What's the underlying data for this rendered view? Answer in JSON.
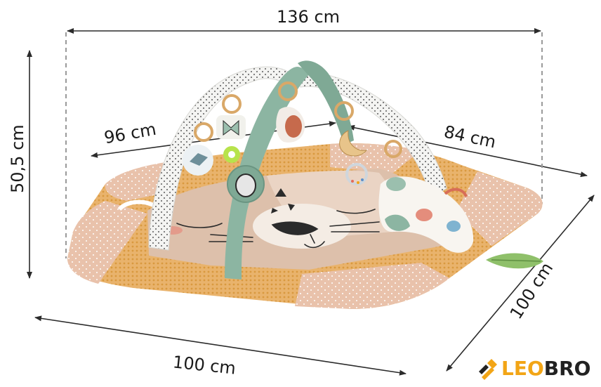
{
  "dimensions": {
    "width_top": "136 cm",
    "height_left": "50,5 cm",
    "arch_width": "96 cm",
    "arch_depth": "84 cm",
    "mat_front": "100 cm",
    "mat_side": "100 cm"
  },
  "brand": {
    "name_part1": "LEO",
    "name_part2": "BRO",
    "accent_color": "#f2a516"
  },
  "product": {
    "subject": "baby-play-mat-with-arch",
    "icons": [
      "bird-toy-icon",
      "butterfly-toy-icon",
      "hedgehog-toy-icon",
      "moon-toy-icon",
      "mirror-toy-icon",
      "rattle-toy-icon",
      "chameleon-pillow-icon",
      "leaf-teether-icon",
      "lion-face-icon"
    ]
  },
  "colors": {
    "mat_orange": "#e9b874",
    "mat_dark": "#d99a4a",
    "mat_pink": "#e8c1ab",
    "face_center": "#ddc0ab",
    "arch_green": "#8cb5a2",
    "arch_white": "#f4f4f2",
    "line_dark": "#2b2b2b"
  }
}
